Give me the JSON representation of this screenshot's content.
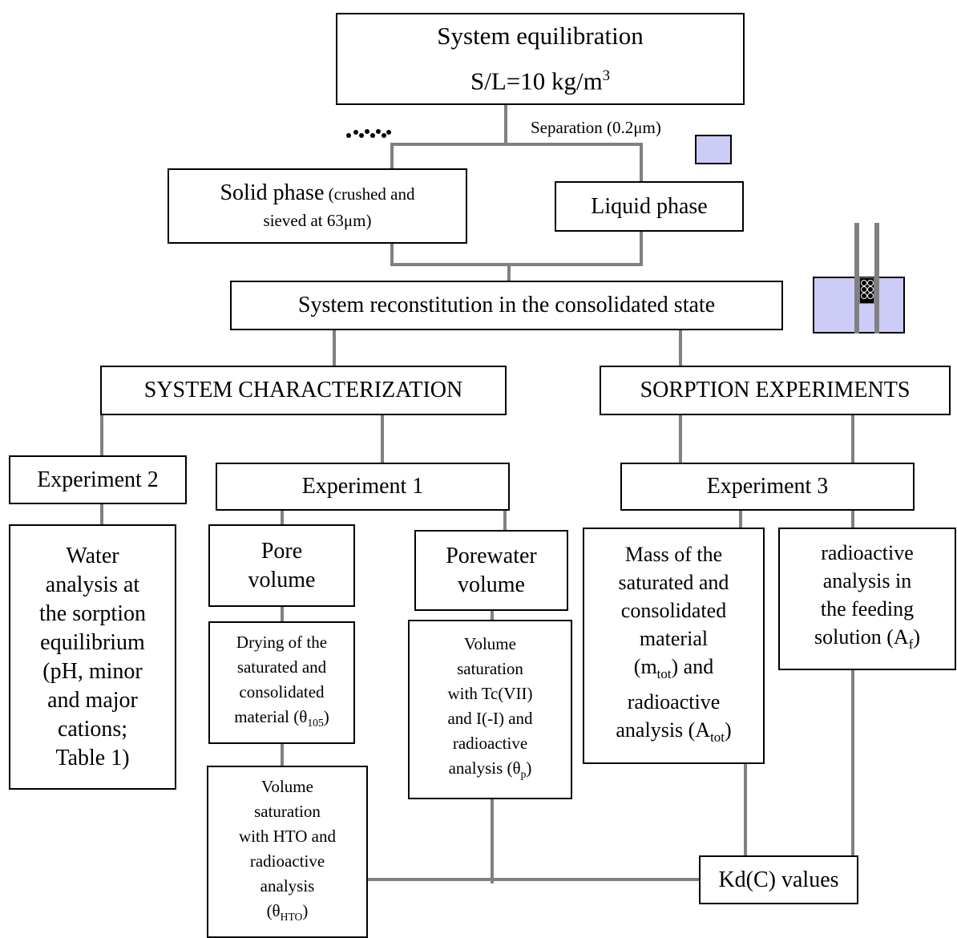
{
  "equilibration": {
    "title": "System equilibration",
    "ratio_prefix": "S/L=10 kg/m",
    "ratio_sup": "3"
  },
  "separation_label": "Separation (0.2μm)",
  "solid_phase": {
    "main": "Solid phase",
    "note1": " (crushed and",
    "note2": "sieved at 63μm)"
  },
  "liquid_phase": "Liquid phase",
  "reconstitution": "System reconstitution  in the consolidated state",
  "characterization": "SYSTEM CHARACTERIZATION",
  "sorption": "SORPTION EXPERIMENTS",
  "exp2": {
    "title": "Experiment 2",
    "desc": [
      "Water",
      "analysis at",
      "the sorption",
      "equilibrium",
      "(pH, minor",
      "and major",
      "cations;",
      "Table 1)"
    ]
  },
  "exp1": {
    "title": "Experiment  1",
    "pore": [
      "Pore",
      "volume"
    ],
    "drying": [
      "Drying of the",
      "saturated and",
      "consolidated"
    ],
    "drying_last": "material (θ",
    "drying_sub": "105",
    "hto": [
      "Volume",
      "saturation",
      "with HTO and",
      "radioactive",
      "analysis"
    ],
    "hto_last": "(θ",
    "hto_sub": "HTO",
    "porewater": [
      "Porewater",
      "volume"
    ],
    "tc": [
      "Volume",
      "saturation",
      "with Tc(VII)",
      "and I(-I) and",
      "radioactive"
    ],
    "tc_last": "analysis (θ",
    "tc_sub": "p"
  },
  "exp3": {
    "title": "Experiment  3",
    "mass": [
      "Mass of the",
      "saturated and",
      "consolidated",
      "material"
    ],
    "mass_m": "(m",
    "mass_m_sub": "tot",
    "mass_m_after": ") and",
    "mass_ra": "radioactive",
    "mass_an": "analysis (A",
    "mass_an_sub": "tot",
    "feed": [
      "radioactive",
      "analysis in",
      "the feeding"
    ],
    "feed_last": "solution (A",
    "feed_sub": "f"
  },
  "kd": "Kd(C) values",
  "colors": {
    "connector": "#808080",
    "fill": "#ccccf7"
  }
}
